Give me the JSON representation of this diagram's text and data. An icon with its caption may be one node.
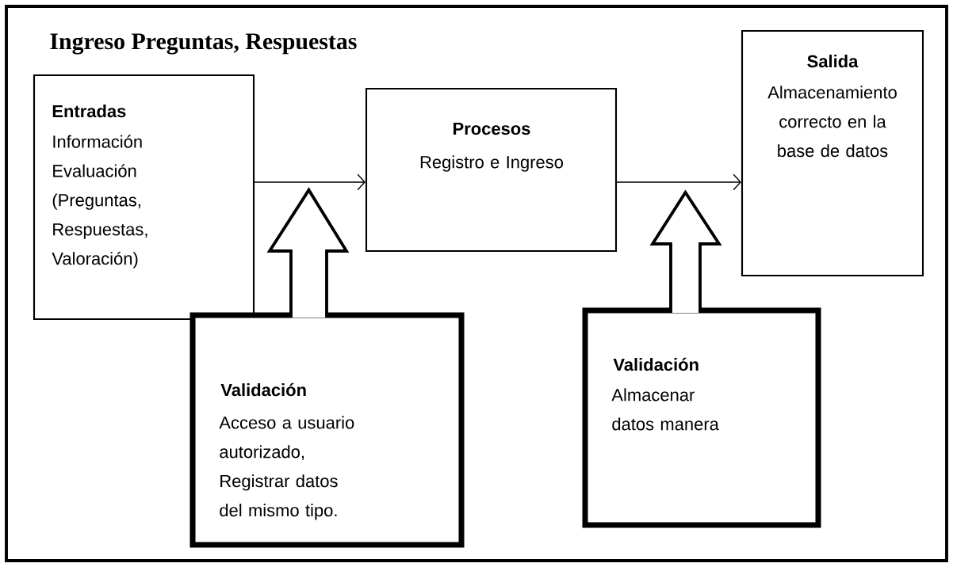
{
  "diagram": {
    "title": "Ingreso Preguntas, Respuestas",
    "nodes": [
      {
        "text": [
          "Entradas",
          "Información Evaluación (Preguntas, Respuestas, Valoración)"
        ]
      },
      {
        "text": [
          "Procesos",
          "Registro e Ingreso"
        ]
      },
      {
        "text": [
          "Salida",
          "Almacenamiento correcto en la base de datos"
        ]
      },
      {
        "text": [
          "Validación",
          "Acceso a usuario autorizado, Registrar datos del mismo tipo."
        ]
      },
      {
        "text": [
          "Validación",
          "Almacenar datos manera"
        ]
      }
    ],
    "edges": [
      {
        "from": 0,
        "to": 1,
        "arrow": "to"
      },
      {
        "from": 1,
        "to": 2,
        "arrow": "to"
      },
      {
        "from": 3,
        "to": null,
        "arrow": "to",
        "style": "thick"
      },
      {
        "from": 4,
        "to": null,
        "arrow": "to",
        "style": "thick"
      }
    ]
  }
}
